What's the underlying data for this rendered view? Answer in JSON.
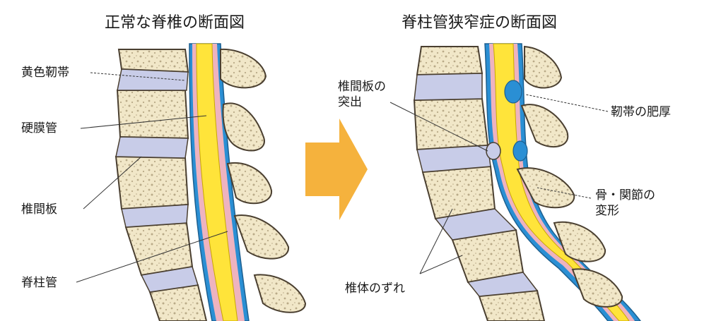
{
  "titles": {
    "normal": "正常な脊椎の断面図",
    "stenosis": "脊柱管狭窄症の断面図"
  },
  "labels": {
    "yellow_ligament": "黄色靭帯",
    "dura": "硬膜管",
    "disc": "椎間板",
    "spinal_canal": "脊柱管",
    "disc_protrusion_line1": "椎間板の",
    "disc_protrusion_line2": "突出",
    "ligament_thickening": "靭帯の肥厚",
    "bone_joint_line1": "骨・関節の",
    "bone_joint_line2": "変形",
    "vertebra_slip": "椎体のずれ"
  },
  "colors": {
    "bone": "#f1e7c8",
    "bone_outline": "#4a3f30",
    "disc": "#c8cce8",
    "csf_yellow": "#ffe43a",
    "membrane_pink": "#eeb3bf",
    "fat_blue": "#2a8fd4",
    "arrow": "#f5b23d"
  },
  "icons": [
    "right-arrow-icon"
  ]
}
